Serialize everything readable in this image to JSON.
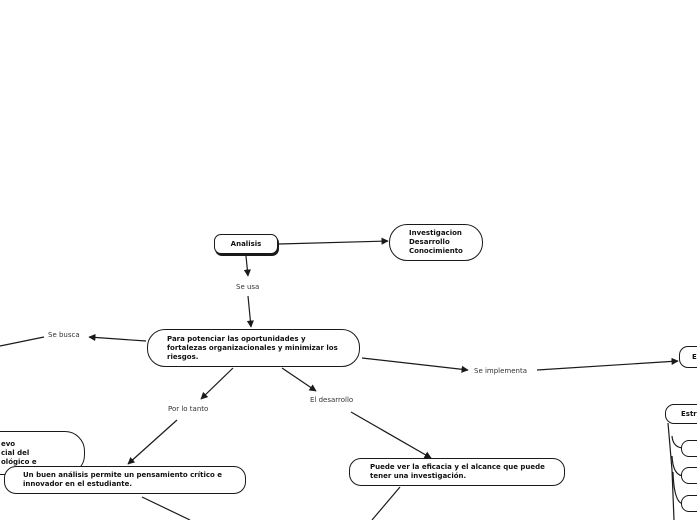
{
  "nodes": {
    "analisis": "Analisis",
    "investigacion": "Investigacion\nDesarrollo\nConocimiento",
    "potenciar": "Para potenciar las oportunidades y fortalezas organizacionales y minimizar los riesgos.",
    "nuevo_partial": "evo\ncial del\nológico e",
    "buen_analisis": "Un buen análisis permite un pensamiento crítico e innovador en el estudiante.",
    "eficacia": "Puede ver la eficacia y el alcance que puede tener una investigación.",
    "right_e": "E",
    "estr": "Estr"
  },
  "labels": {
    "se_usa": "Se usa",
    "se_busca": "Se busca",
    "se_implementa": "Se implementa",
    "por_lo_tanto": "Por lo tanto",
    "el_desarrollo": "El desarrollo"
  },
  "colors": {
    "line": "#1a1a1a",
    "background": "#ffffff"
  }
}
